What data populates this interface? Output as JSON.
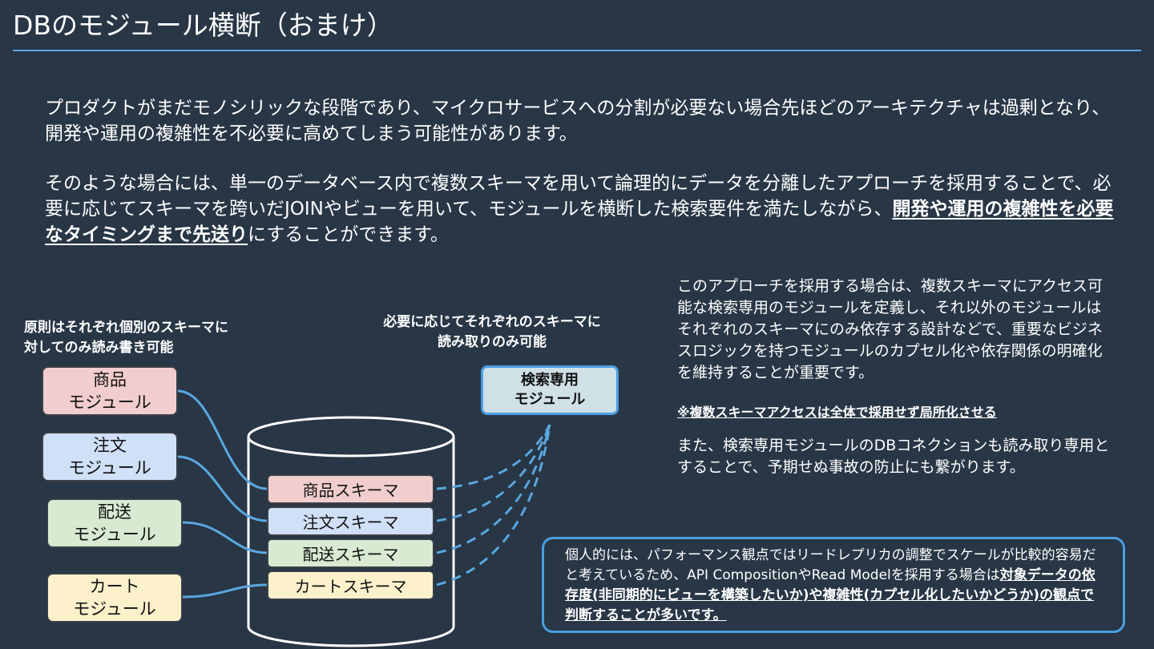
{
  "header": {
    "title": "DBのモジュール横断（おまけ）"
  },
  "intro": {
    "paragraph1": "プロダクトがまだモノシリックな段階であり、マイクロサービスへの分割が必要ない場合先ほどのアーキテクチャは過剰となり、開発や運用の複雑性を不必要に高めてしまう可能性があります。",
    "paragraph2_before": "そのような場合には、単一のデータベース内で複数スキーマを用いて論理的にデータを分離したアプローチを採用することで、必要に応じてスキーマを跨いだJOINやビューを用いて、モジュールを横断した検索要件を満たしながら、",
    "paragraph2_emphasis": "開発や運用の複雑性を必要なタイミングまで先送り",
    "paragraph2_after": "にすることができます。"
  },
  "diagram": {
    "left_caption_line1": "原則はそれぞれ個別のスキーマに",
    "left_caption_line2": "対してのみ読み書き可能",
    "center_caption_line1": "必要に応じてそれぞれのスキーマに",
    "center_caption_line2": "読み取りのみ可能",
    "modules": [
      {
        "line1": "商品",
        "line2": "モジュール"
      },
      {
        "line1": "注文",
        "line2": "モジュール"
      },
      {
        "line1": "配送",
        "line2": "モジュール"
      },
      {
        "line1": "カート",
        "line2": "モジュール"
      }
    ],
    "schemas": [
      "商品スキーマ",
      "注文スキーマ",
      "配送スキーマ",
      "カートスキーマ"
    ],
    "search_module": {
      "line1": "検索専用",
      "line2": "モジュール"
    },
    "colors": {
      "product": "#f2cdcd",
      "order": "#cfe0f7",
      "delivery": "#d8ead2",
      "cart": "#fdf1cc",
      "connector": "#5aa7de"
    }
  },
  "right_panel": {
    "paragraph1": "このアプローチを採用する場合は、複数スキーマにアクセス可能な検索専用のモジュールを定義し、それ以外のモジュールはそれぞれのスキーマにのみ依存する設計などで、重要なビジネスロジックを持つモジュールのカプセル化や依存関係の明確化を維持することが重要です。",
    "note": "※複数スキーマアクセスは全体で採用せず局所化させる",
    "paragraph2": "また、検索専用モジュールのDBコネクションも読み取り専用とすることで、予期せぬ事故の防止にも繋がります。"
  },
  "callout": {
    "text_before": "個人的には、パフォーマンス観点ではリードレプリカの調整でスケールが比較的容易だと考えているため、API CompositionやRead Modelを採用する場合は",
    "text_emphasis": "対象データの依存度(非同期的にビューを構築したいか)や複雑性(カプセル化したいかどうか)の観点で判断することが多いです。"
  }
}
